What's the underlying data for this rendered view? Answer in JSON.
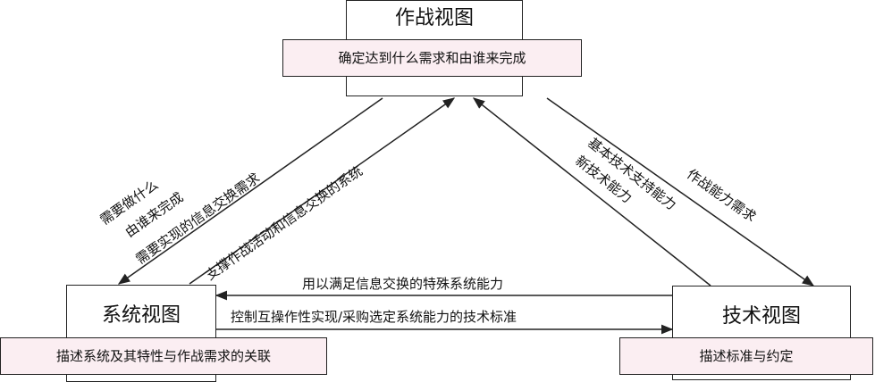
{
  "nodes": {
    "operational": {
      "title": "作战视图",
      "desc": "确定达到什么需求和由谁来完成"
    },
    "system": {
      "title": "系统视图",
      "desc": "描述系统及其特性与作战需求的关联"
    },
    "technical": {
      "title": "技术视图",
      "desc": "描述标准与约定"
    }
  },
  "edges": {
    "op_to_sys": {
      "line1": "需要做什么",
      "line2": "由谁来完成",
      "line3": "需要实现的信息交换需求"
    },
    "sys_to_op": {
      "text": "支撑作战活动和信息交换的系统"
    },
    "tech_to_op": {
      "line1": "基本技术支持能力",
      "line2": "新技术能力"
    },
    "op_to_tech": {
      "text": "作战能力需求"
    },
    "tech_to_sys": {
      "text": "用以满足信息交换的特殊系统能力"
    },
    "sys_to_tech": {
      "text": "控制互操作性实现/采购选定系统能力的技术标准"
    }
  },
  "colors": {
    "line": "#222222",
    "desc_fill": "#fbeef2"
  }
}
